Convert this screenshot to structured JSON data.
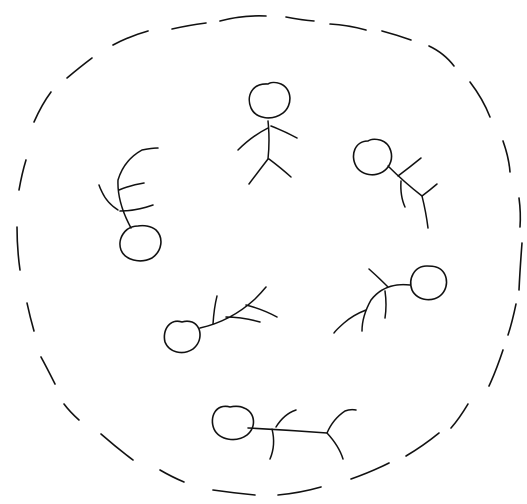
{
  "sketch": {
    "ink_color": "#111111",
    "background": "#ffffff",
    "boundary": {
      "style": "dashed",
      "shape": "rounded-circle"
    },
    "figures": [
      {
        "name": "stick-figure-top",
        "orientation": "upright"
      },
      {
        "name": "stick-figure-upper-right",
        "orientation": "tilted"
      },
      {
        "name": "stick-figure-left",
        "orientation": "upside-down"
      },
      {
        "name": "stick-figure-middle-right",
        "orientation": "tilted"
      },
      {
        "name": "stick-figure-middle-left",
        "orientation": "lying"
      },
      {
        "name": "stick-figure-bottom",
        "orientation": "lying"
      }
    ]
  }
}
